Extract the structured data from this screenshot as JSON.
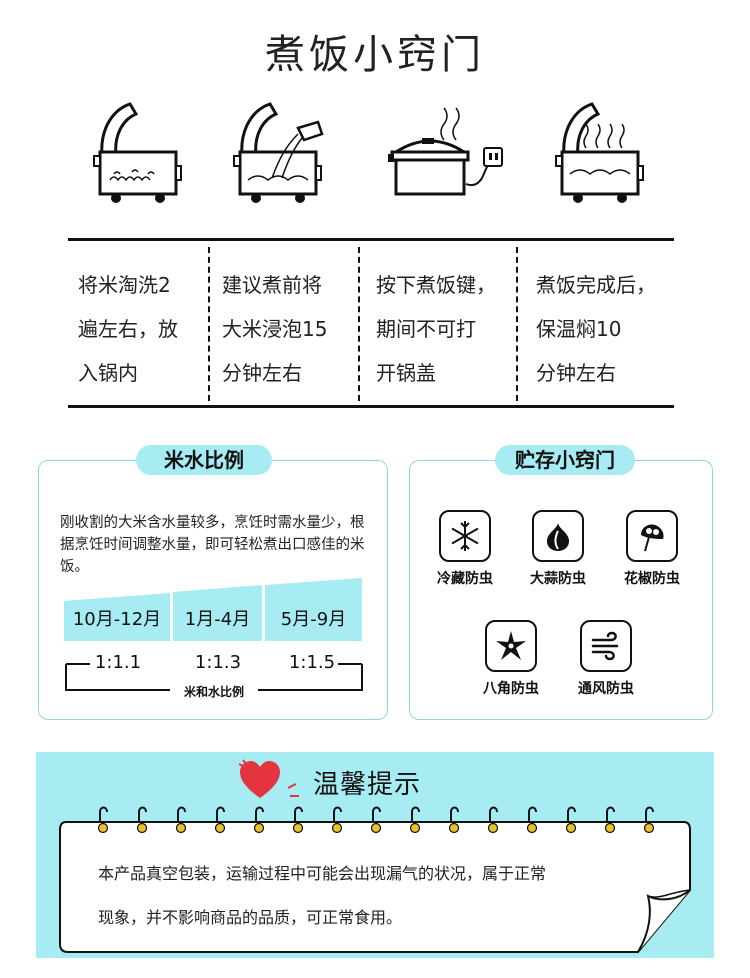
{
  "title": "煮饭小窍门",
  "steps": [
    {
      "lines": [
        "将米淘洗2",
        "遍左右，放",
        "入锅内"
      ]
    },
    {
      "lines": [
        "建议煮前将",
        "大米浸泡15",
        "分钟左右"
      ]
    },
    {
      "lines": [
        "按下煮饭键，",
        "期间不可打",
        "开锅盖"
      ]
    },
    {
      "lines": [
        "煮饭完成后，",
        "保温焖10",
        "分钟左右"
      ]
    }
  ],
  "ratio_panel": {
    "tag": "米水比例",
    "description": "刚收割的大米含水量较多，烹饪时需水量少，根据烹饪时间调整水量，即可轻松煮出口感佳的米饭。",
    "periods": [
      "10月-12月",
      "1月-4月",
      "5月-9月"
    ],
    "ratios": [
      "1:1.1",
      "1:1.3",
      "1:1.5"
    ],
    "caption": "米和水比例"
  },
  "storage_panel": {
    "tag": "贮存小窍门",
    "items": [
      {
        "icon": "snowflake-icon",
        "label": "冷藏防虫"
      },
      {
        "icon": "garlic-icon",
        "label": "大蒜防虫"
      },
      {
        "icon": "pepper-leaf-icon",
        "label": "花椒防虫"
      },
      {
        "icon": "star-anise-icon",
        "label": "八角防虫"
      },
      {
        "icon": "wind-icon",
        "label": "通风防虫"
      }
    ]
  },
  "reminder": {
    "title": "温馨提示",
    "text_lines": [
      "本产品真空包装，运输过程中可能会出现漏气的状况，属于正常",
      "现象，并不影响商品的品质，可正常食用。"
    ]
  },
  "colors": {
    "accent": "#a6ecf2",
    "border": "#8fd8e2",
    "heart": "#e3343f",
    "ring": "#e8c22a"
  }
}
